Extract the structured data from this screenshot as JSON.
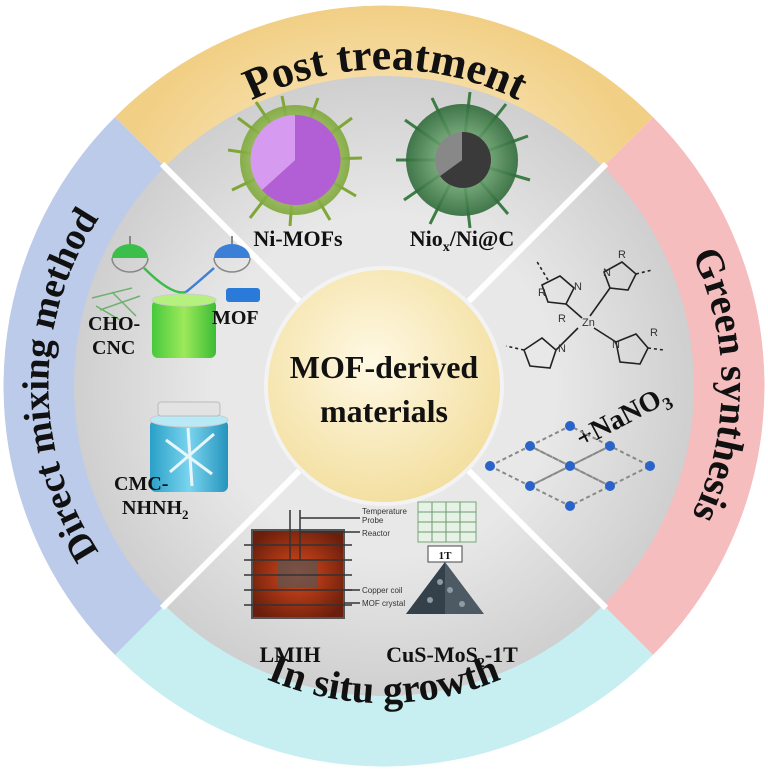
{
  "center": {
    "line1": "MOF-derived",
    "line2": "materials"
  },
  "segments": {
    "top": "Post treatment",
    "right": "Green synthesis",
    "bottom": "In situ growth",
    "left": "Direct mixing method"
  },
  "quadrants": {
    "top": {
      "item1": "Ni-MOFs",
      "item2_main": "Nio",
      "item2_sub": "x",
      "item2_tail": "/Ni@C"
    },
    "right": {
      "nano_prefix": "+NaNO",
      "nano_sub": "3",
      "atom_R": "R",
      "atom_N": "N",
      "atom_Zn": "Zn"
    },
    "bottom": {
      "lmih": "LMIH",
      "cus_main": "CuS-MoS",
      "cus_sub": "2",
      "cus_tail": "-1T",
      "tag_1t": "1T",
      "probe_line1": "Temperature",
      "probe_line2": "Probe",
      "reactor": "Reactor",
      "copper": "Copper coil",
      "crystal": "MOF crystal"
    },
    "left": {
      "cho_line1": "CHO-",
      "cho_line2": "CNC",
      "mof": "MOF",
      "cmc_line1": "CMC-",
      "cmc_line2_main": "NHNH",
      "cmc_line2_sub": "2"
    }
  },
  "colors": {
    "top_band": "#f6dca0",
    "right_band": "#f5b7b9",
    "bottom_band": "#bfe9ec",
    "left_band": "#b7c6e7",
    "inner_gray": "#dddddd",
    "center_fill": "#fbeec1"
  }
}
